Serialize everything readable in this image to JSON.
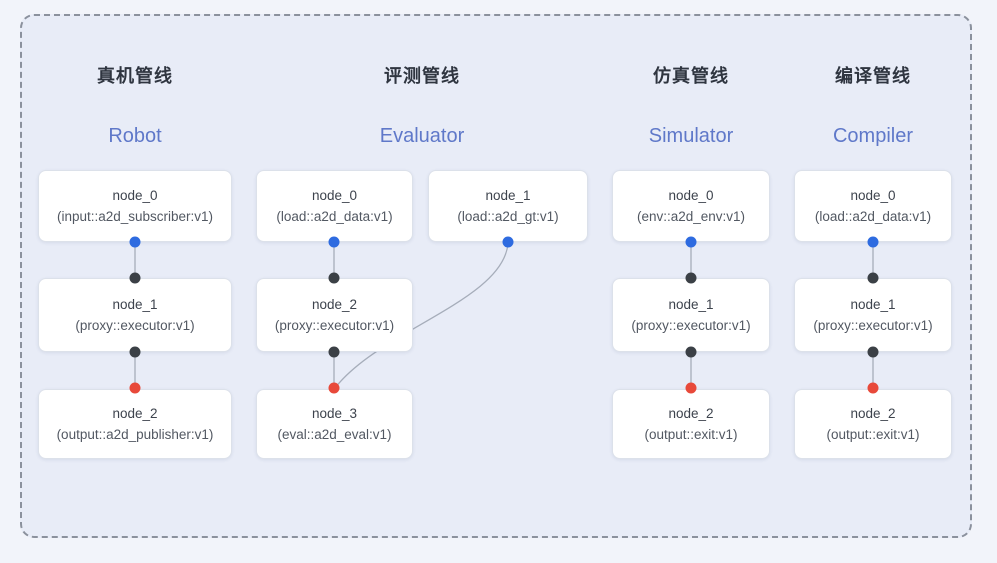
{
  "figure": {
    "type": "pipeline-diagram",
    "port_colors": {
      "output_port": "#2e6be0",
      "executor_port": "#3b4046",
      "input_port": "#e8493a"
    },
    "edge_color": "#a6adba",
    "panel_border_color": "#8b919d",
    "panel_background": "#e8ecf7",
    "title_en_color": "#5f78c9"
  },
  "pipelines": [
    {
      "id": "robot",
      "title_zh": "真机管线",
      "title_en": "Robot",
      "nodes": [
        {
          "name": "node_0",
          "type": "(input::a2d_subscriber:v1)"
        },
        {
          "name": "node_1",
          "type": "(proxy::executor:v1)"
        },
        {
          "name": "node_2",
          "type": "(output::a2d_publisher:v1)"
        }
      ],
      "edges": [
        "node_0 -> node_1",
        "node_1 -> node_2"
      ]
    },
    {
      "id": "evaluator",
      "title_zh": "评测管线",
      "title_en": "Evaluator",
      "nodes": [
        {
          "name": "node_0",
          "type": "(load::a2d_data:v1)"
        },
        {
          "name": "node_1",
          "type": "(load::a2d_gt:v1)"
        },
        {
          "name": "node_2",
          "type": "(proxy::executor:v1)"
        },
        {
          "name": "node_3",
          "type": "(eval::a2d_eval:v1)"
        }
      ],
      "edges": [
        "node_0 -> node_2",
        "node_2 -> node_3",
        "node_1 -> node_3"
      ]
    },
    {
      "id": "simulator",
      "title_zh": "仿真管线",
      "title_en": "Simulator",
      "nodes": [
        {
          "name": "node_0",
          "type": "(env::a2d_env:v1)"
        },
        {
          "name": "node_1",
          "type": "(proxy::executor:v1)"
        },
        {
          "name": "node_2",
          "type": "(output::exit:v1)"
        }
      ],
      "edges": [
        "node_0 -> node_1",
        "node_1 -> node_2"
      ]
    },
    {
      "id": "compiler",
      "title_zh": "编译管线",
      "title_en": "Compiler",
      "nodes": [
        {
          "name": "node_0",
          "type": "(load::a2d_data:v1)"
        },
        {
          "name": "node_1",
          "type": "(proxy::executor:v1)"
        },
        {
          "name": "node_2",
          "type": "(output::exit:v1)"
        }
      ],
      "edges": [
        "node_0 -> node_1",
        "node_1 -> node_2"
      ]
    }
  ]
}
